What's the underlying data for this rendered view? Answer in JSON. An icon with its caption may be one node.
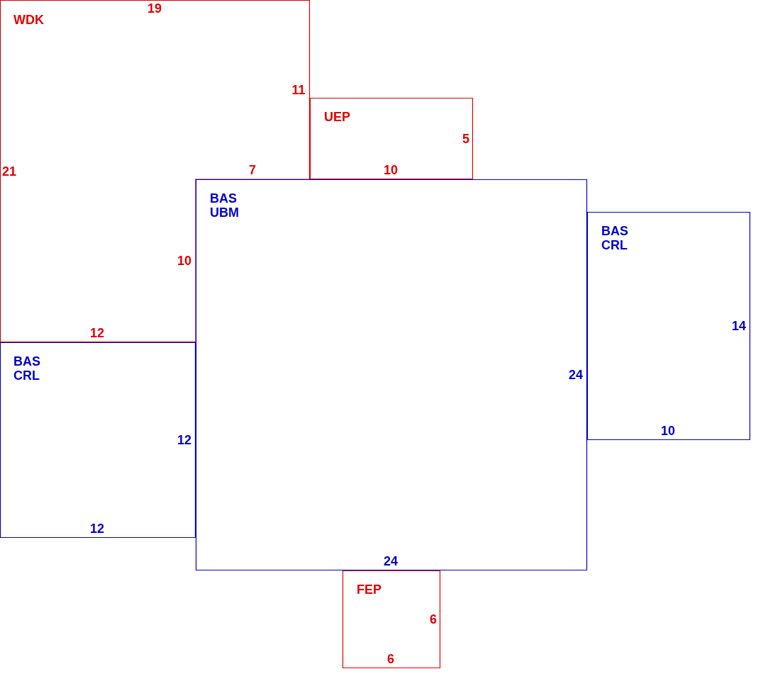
{
  "diagram": {
    "nodes": [
      {
        "text": [
          "WDK",
          "19",
          "11",
          "21",
          "7",
          "10",
          "12"
        ]
      },
      {
        "text": [
          "UEP",
          "5",
          "10"
        ]
      },
      {
        "text": [
          "BAS UBM",
          "24",
          "24"
        ]
      },
      {
        "text": [
          "BAS CRL",
          "14",
          "10"
        ]
      },
      {
        "text": [
          "BAS CRL",
          "12",
          "12"
        ]
      },
      {
        "text": [
          "FEP",
          "6",
          "6"
        ]
      }
    ]
  }
}
